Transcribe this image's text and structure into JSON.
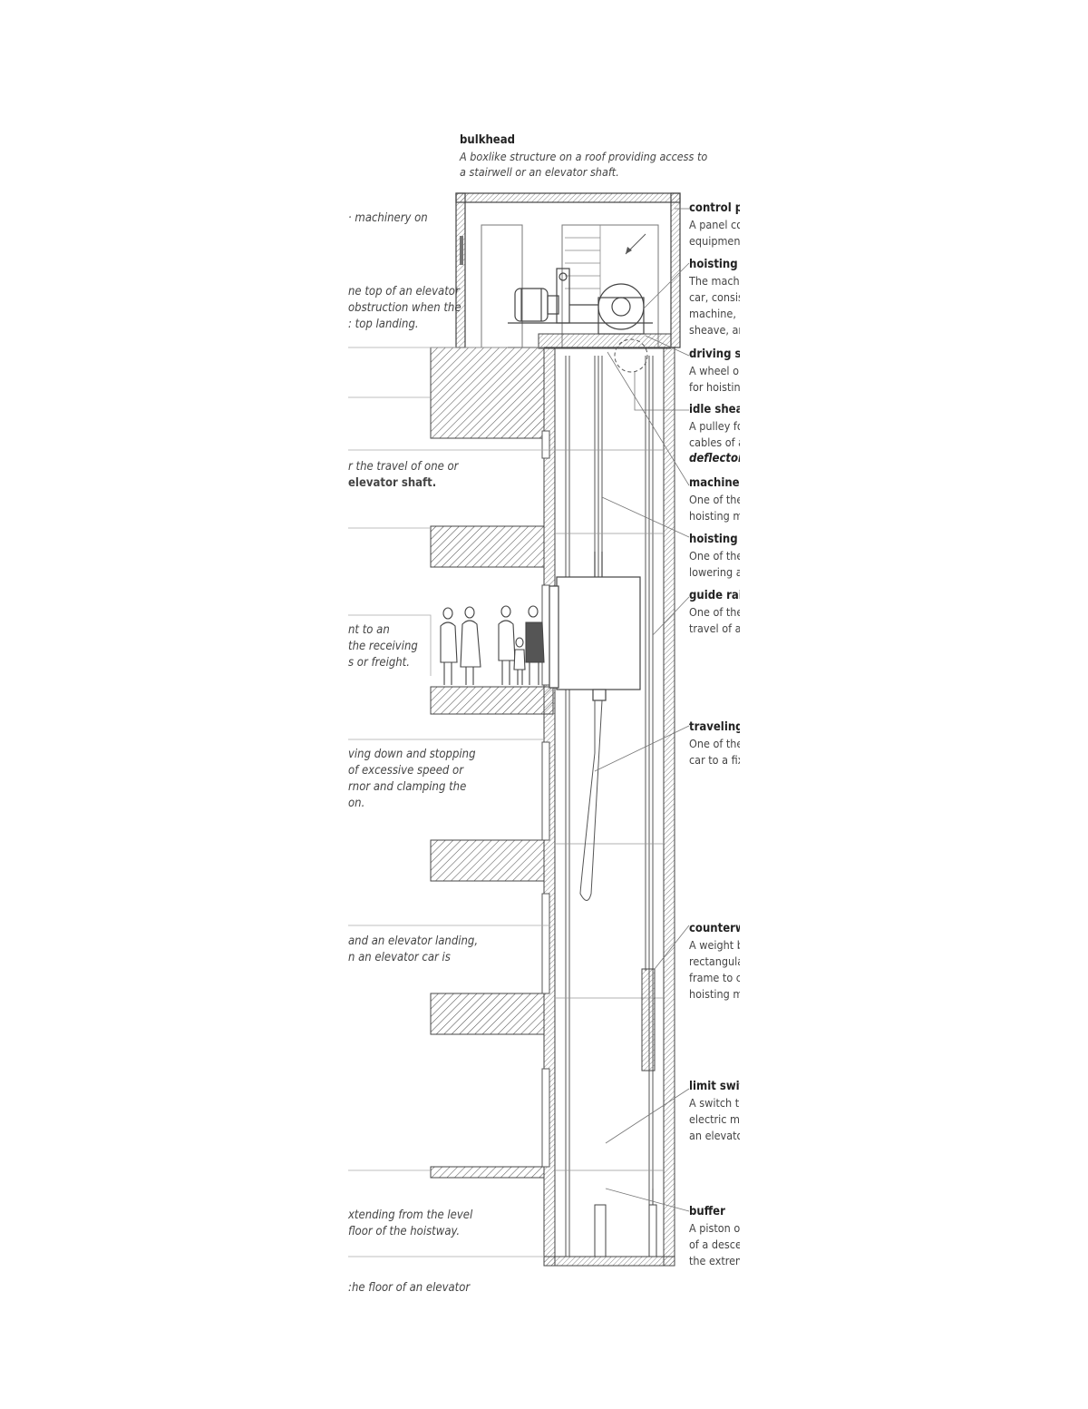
{
  "bulkhead": {
    "term": "bulkhead",
    "definition_line1": "A boxlike structure on a roof providing access to",
    "definition_line2": "a stairwell or an elevator shaft."
  },
  "left_labels": [
    {
      "id": "machine-room",
      "lines": [
        "· machinery on"
      ]
    },
    {
      "id": "overhead",
      "lines": [
        "ne top of an elevator",
        "obstruction when the",
        ": top landing."
      ]
    },
    {
      "id": "hoistway",
      "lines": [
        "r the travel of one or",
        "elevator shaft."
      ]
    },
    {
      "id": "elevator-car",
      "lines": [
        "nt to an",
        "the receiving",
        "s or freight."
      ]
    },
    {
      "id": "safety",
      "lines": [
        "ving down and stopping",
        "of excessive speed or",
        "rnor and clamping the",
        "on."
      ]
    },
    {
      "id": "landing-door",
      "lines": [
        "and an elevator landing,",
        "n an elevator car is"
      ]
    },
    {
      "id": "pit",
      "lines": [
        "xtending from the level",
        "floor of the hoistway."
      ]
    },
    {
      "id": "pit-floor",
      "lines": [
        ":he floor of an elevator"
      ]
    }
  ],
  "right_labels": [
    {
      "id": "control-panel",
      "term": "control pa",
      "lines": [
        "A panel cont",
        "equipment f"
      ]
    },
    {
      "id": "hoisting-machine",
      "term": "hoisting m",
      "lines": [
        "The machine",
        "car, consist",
        "machine, sp",
        "sheave, and"
      ]
    },
    {
      "id": "driving-sheave",
      "term": "driving sh",
      "lines": [
        "A wheel or d",
        "for hoisting."
      ]
    },
    {
      "id": "idle-sheave",
      "term": "idle sheav",
      "lines": [
        "A pulley for",
        "cables of an"
      ],
      "extra_term": "deflector"
    },
    {
      "id": "machine-beam",
      "term": "machine b",
      "lines": [
        "One of the h",
        "hoisting ma"
      ]
    },
    {
      "id": "hoisting-cable",
      "term": "hoisting c",
      "lines": [
        "One of the w",
        "lowering an"
      ]
    },
    {
      "id": "guide-rail",
      "term": "guide rail",
      "lines": [
        "One of the v",
        "travel of an"
      ]
    },
    {
      "id": "traveling-cable",
      "term": "traveling",
      "lines": [
        "One of the e",
        "car to a fixe"
      ]
    },
    {
      "id": "counterweight",
      "term": "counterw",
      "lines": [
        "A weight ba",
        "rectangular",
        "frame to co",
        "hoisting ma"
      ]
    },
    {
      "id": "limit-switch",
      "term": "limit swit",
      "lines": [
        "A switch th",
        "electric mo",
        "an elevator"
      ]
    },
    {
      "id": "buffer",
      "term": "buffer",
      "lines": [
        "A piston or",
        "of a descen",
        "the extrem"
      ]
    }
  ],
  "colors": {
    "ink": "#444444",
    "hatch": "#555555",
    "light_line": "#999999"
  }
}
